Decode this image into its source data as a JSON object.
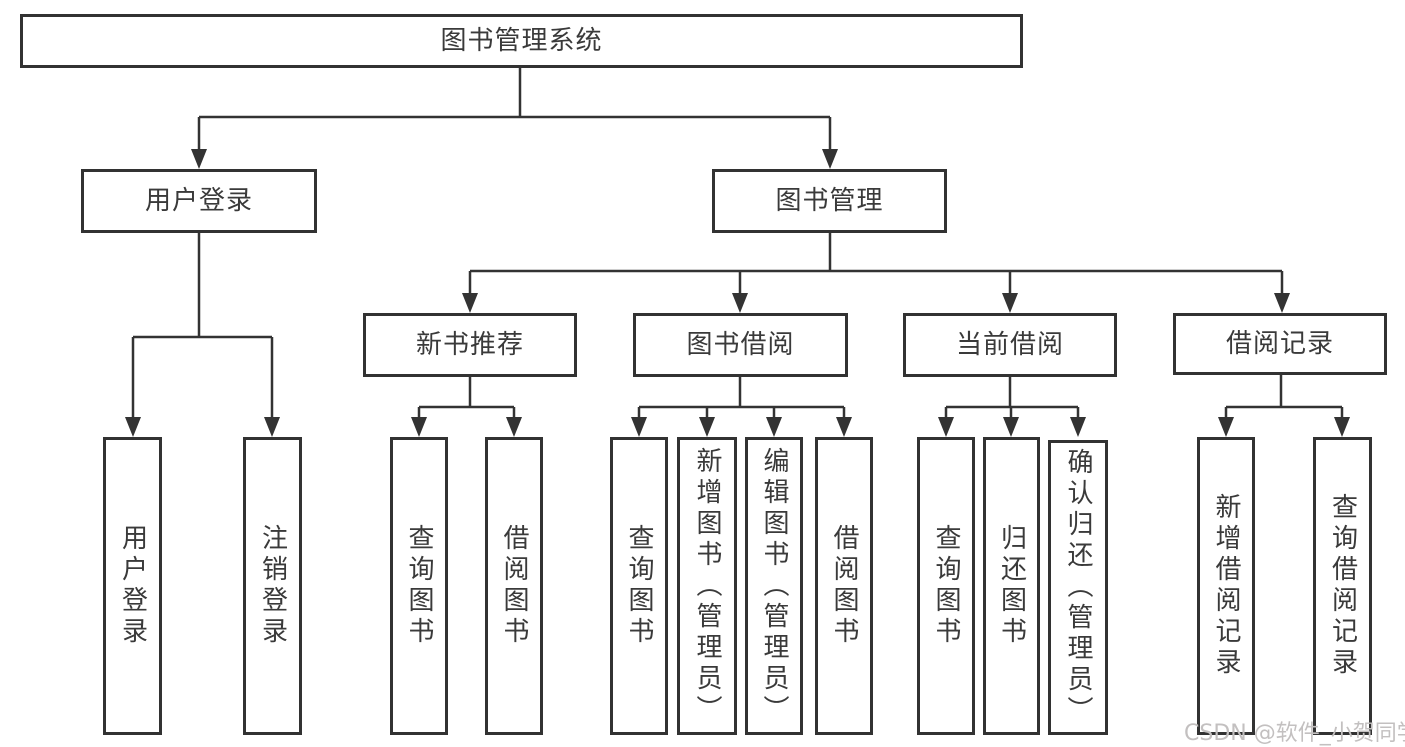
{
  "diagram_title": "图书管理系统",
  "nodes": {
    "root": "图书管理系统",
    "user_login": "用户登录",
    "book_mgmt": "图书管理",
    "new_books": "新书推荐",
    "book_borrow": "图书借阅",
    "current_borrow": "当前借阅",
    "borrow_records": "借阅记录",
    "login": "用户登录",
    "logout": "注销登录",
    "nb_query": "查询图书",
    "nb_borrow": "借阅图书",
    "bb_query": "查询图书",
    "bb_add": "新增图书（管理员）",
    "bb_edit": "编辑图书（管理员）",
    "bb_borrow": "借阅图书",
    "cb_query": "查询图书",
    "cb_return": "归还图书",
    "cb_confirm": "确认归还（管理员）",
    "br_add": "新增借阅记录",
    "br_query": "查询借阅记录"
  },
  "watermark": "CSDN @软件_小贺同学",
  "colors": {
    "line": "#333333",
    "box_border": "#323232",
    "text": "#3a3a3a",
    "watermark": "#c3c0c0",
    "background": "#ffffff"
  },
  "hierarchy": {
    "图书管理系统": {
      "用户登录": [
        "用户登录",
        "注销登录"
      ],
      "图书管理": {
        "新书推荐": [
          "查询图书",
          "借阅图书"
        ],
        "图书借阅": [
          "查询图书",
          "新增图书（管理员）",
          "编辑图书（管理员）",
          "借阅图书"
        ],
        "当前借阅": [
          "查询图书",
          "归还图书",
          "确认归还（管理员）"
        ],
        "借阅记录": [
          "新增借阅记录",
          "查询借阅记录"
        ]
      }
    }
  }
}
